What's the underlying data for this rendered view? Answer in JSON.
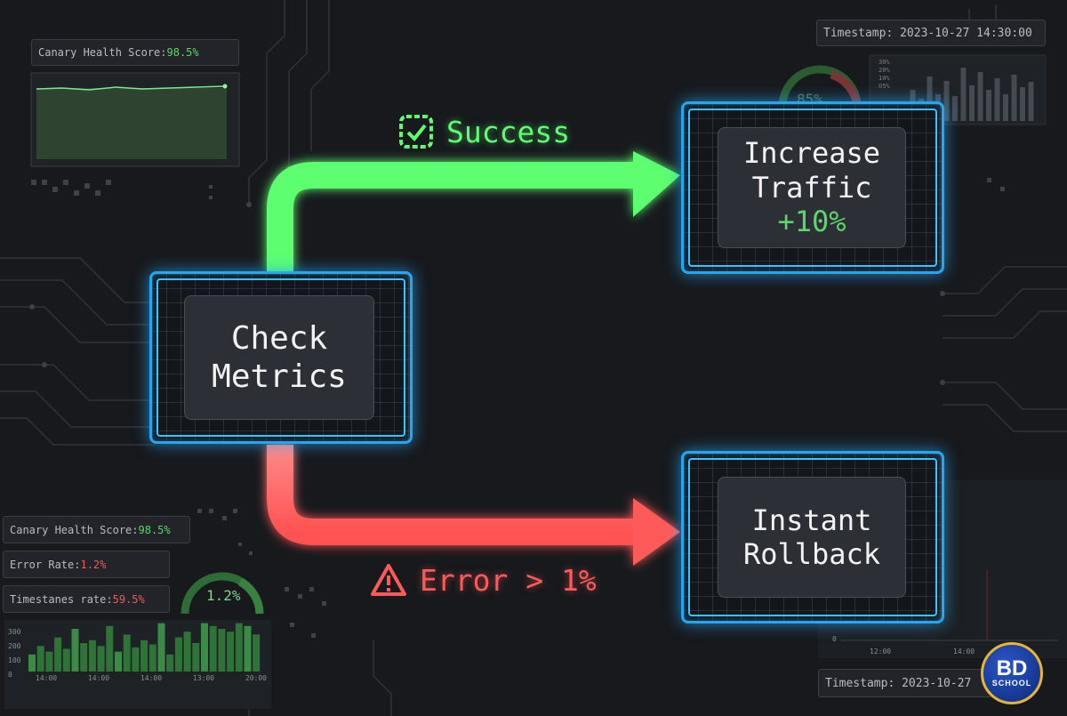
{
  "colors": {
    "accent_blue": "#27a6f0",
    "success_green": "#5dff70",
    "error_red": "#ff5a5a",
    "background": "#17191d"
  },
  "icons": [
    "check-square-icon",
    "warning-triangle-icon"
  ],
  "nodes": {
    "check": {
      "line1": "Check",
      "line2": "Metrics"
    },
    "increase": {
      "line1": "Increase",
      "line2": "Traffic",
      "line3": "+10%"
    },
    "rollback": {
      "line1": "Instant",
      "line2": "Rollback"
    }
  },
  "edges": {
    "success": "Success",
    "error": "Error > 1%"
  },
  "top_left_panel": {
    "label": "Canary Health Score: ",
    "value": "98.5%"
  },
  "top_right_panel": {
    "timestamp": "Timestamp: 2023-10-27 14:30:00",
    "gauge_value": "85%"
  },
  "top_right_chart_ticks": [
    "30%",
    "20%",
    "10%",
    "05%"
  ],
  "bottom_left_panel": {
    "health_label": "Canary Health Score: ",
    "health_value": "98.5%",
    "error_label": "Error Rate: ",
    "error_value": "1.2%",
    "time_label": "Timestanes rate: ",
    "time_value": "59.5%",
    "gauge_value": "1.2%"
  },
  "bottom_left_chart": {
    "y_ticks": [
      "300",
      "200",
      "100",
      "0"
    ],
    "x_ticks": [
      "14:00",
      "14:00",
      "14:00",
      "13:00",
      "20:00"
    ],
    "values": [
      60,
      90,
      70,
      120,
      80,
      150,
      100,
      110,
      90,
      160,
      70,
      130,
      85,
      110,
      95,
      170,
      60,
      120,
      140,
      100,
      170,
      160,
      150,
      140,
      170,
      160,
      130
    ]
  },
  "bottom_right_panel": {
    "timestamp": "Timestamp: 2023-10-27",
    "x_ticks": [
      "12:00",
      "14:00"
    ],
    "y_tick": "0"
  },
  "logo": {
    "line1": "BD",
    "line2": "SCHOOL"
  }
}
